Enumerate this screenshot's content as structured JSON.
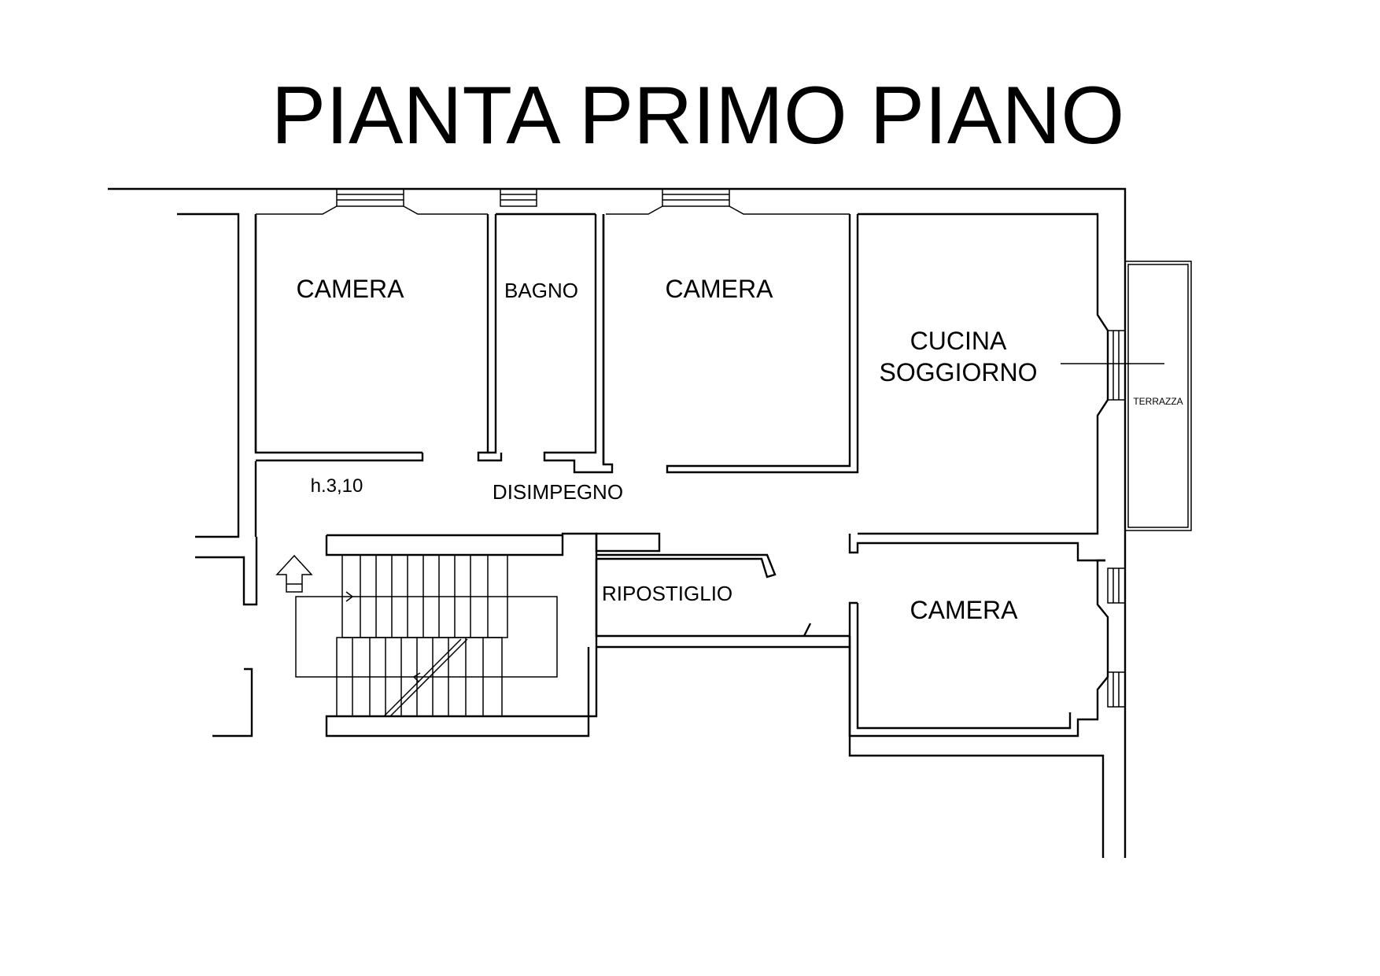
{
  "title": "PIANTA PRIMO PIANO",
  "rooms": {
    "camera_nw": "CAMERA",
    "bagno": "BAGNO",
    "camera_n": "CAMERA",
    "cucina_line1": "CUCINA",
    "cucina_line2": "SOGGIORNO",
    "terrazza": "TERRAZZA",
    "height_note": "h.3,10",
    "disimpegno": "DISIMPEGNO",
    "ripostiglio": "RIPOSTIGLIO",
    "camera_se": "CAMERA"
  },
  "icons": {
    "entrance_arrow": "up-arrow-icon"
  }
}
